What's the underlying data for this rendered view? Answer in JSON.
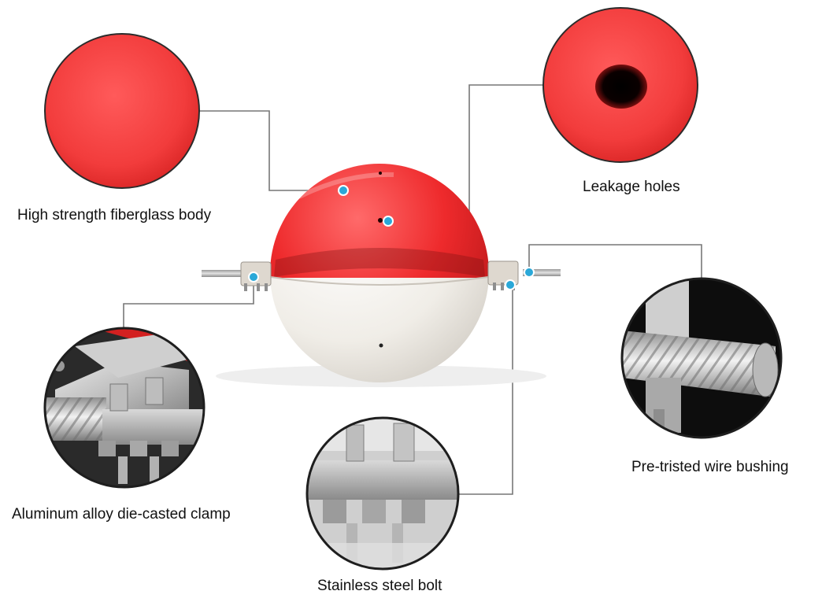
{
  "labels": {
    "fiberglass_body": "High strength fiberglass body",
    "leakage_holes": "Leakage holes",
    "clamp": "Aluminum alloy die-casted clamp",
    "bolt": "Stainless steel bolt",
    "bushing": "Pre-tristed wire bushing"
  },
  "colors": {
    "ball_red": "#ef2a2c",
    "ball_white": "#f2efe9",
    "leader_line": "#777777",
    "marker_dot": "#2aa8d8"
  }
}
